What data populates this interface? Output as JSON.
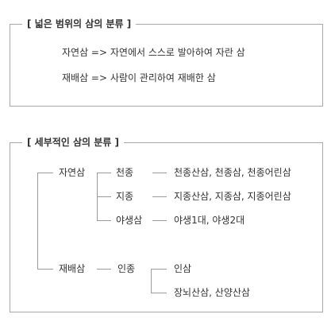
{
  "broad": {
    "title": "[ 넓은 범위의 삼의 분류 ]",
    "lines": [
      "자연삼 => 자연에서 스스로 발아하여 자란 삼",
      "재배삼 => 사람이 관리하여 재배한 삼"
    ]
  },
  "detail": {
    "title": "[ 세부적인 삼의 분류 ]",
    "natural": {
      "label": "자연삼",
      "children": [
        {
          "label": "천종",
          "desc": "천종산삼, 천종삼, 천종어린삼"
        },
        {
          "label": "지종",
          "desc": "지종산삼, 지종삼, 지종어린삼"
        },
        {
          "label": "야생삼",
          "desc": "야생1대, 야생2대"
        }
      ]
    },
    "cultivated": {
      "label": "재배삼",
      "child": "인종",
      "descs": [
        "인삼",
        "장뇌산삼, 산양산삼"
      ]
    }
  }
}
